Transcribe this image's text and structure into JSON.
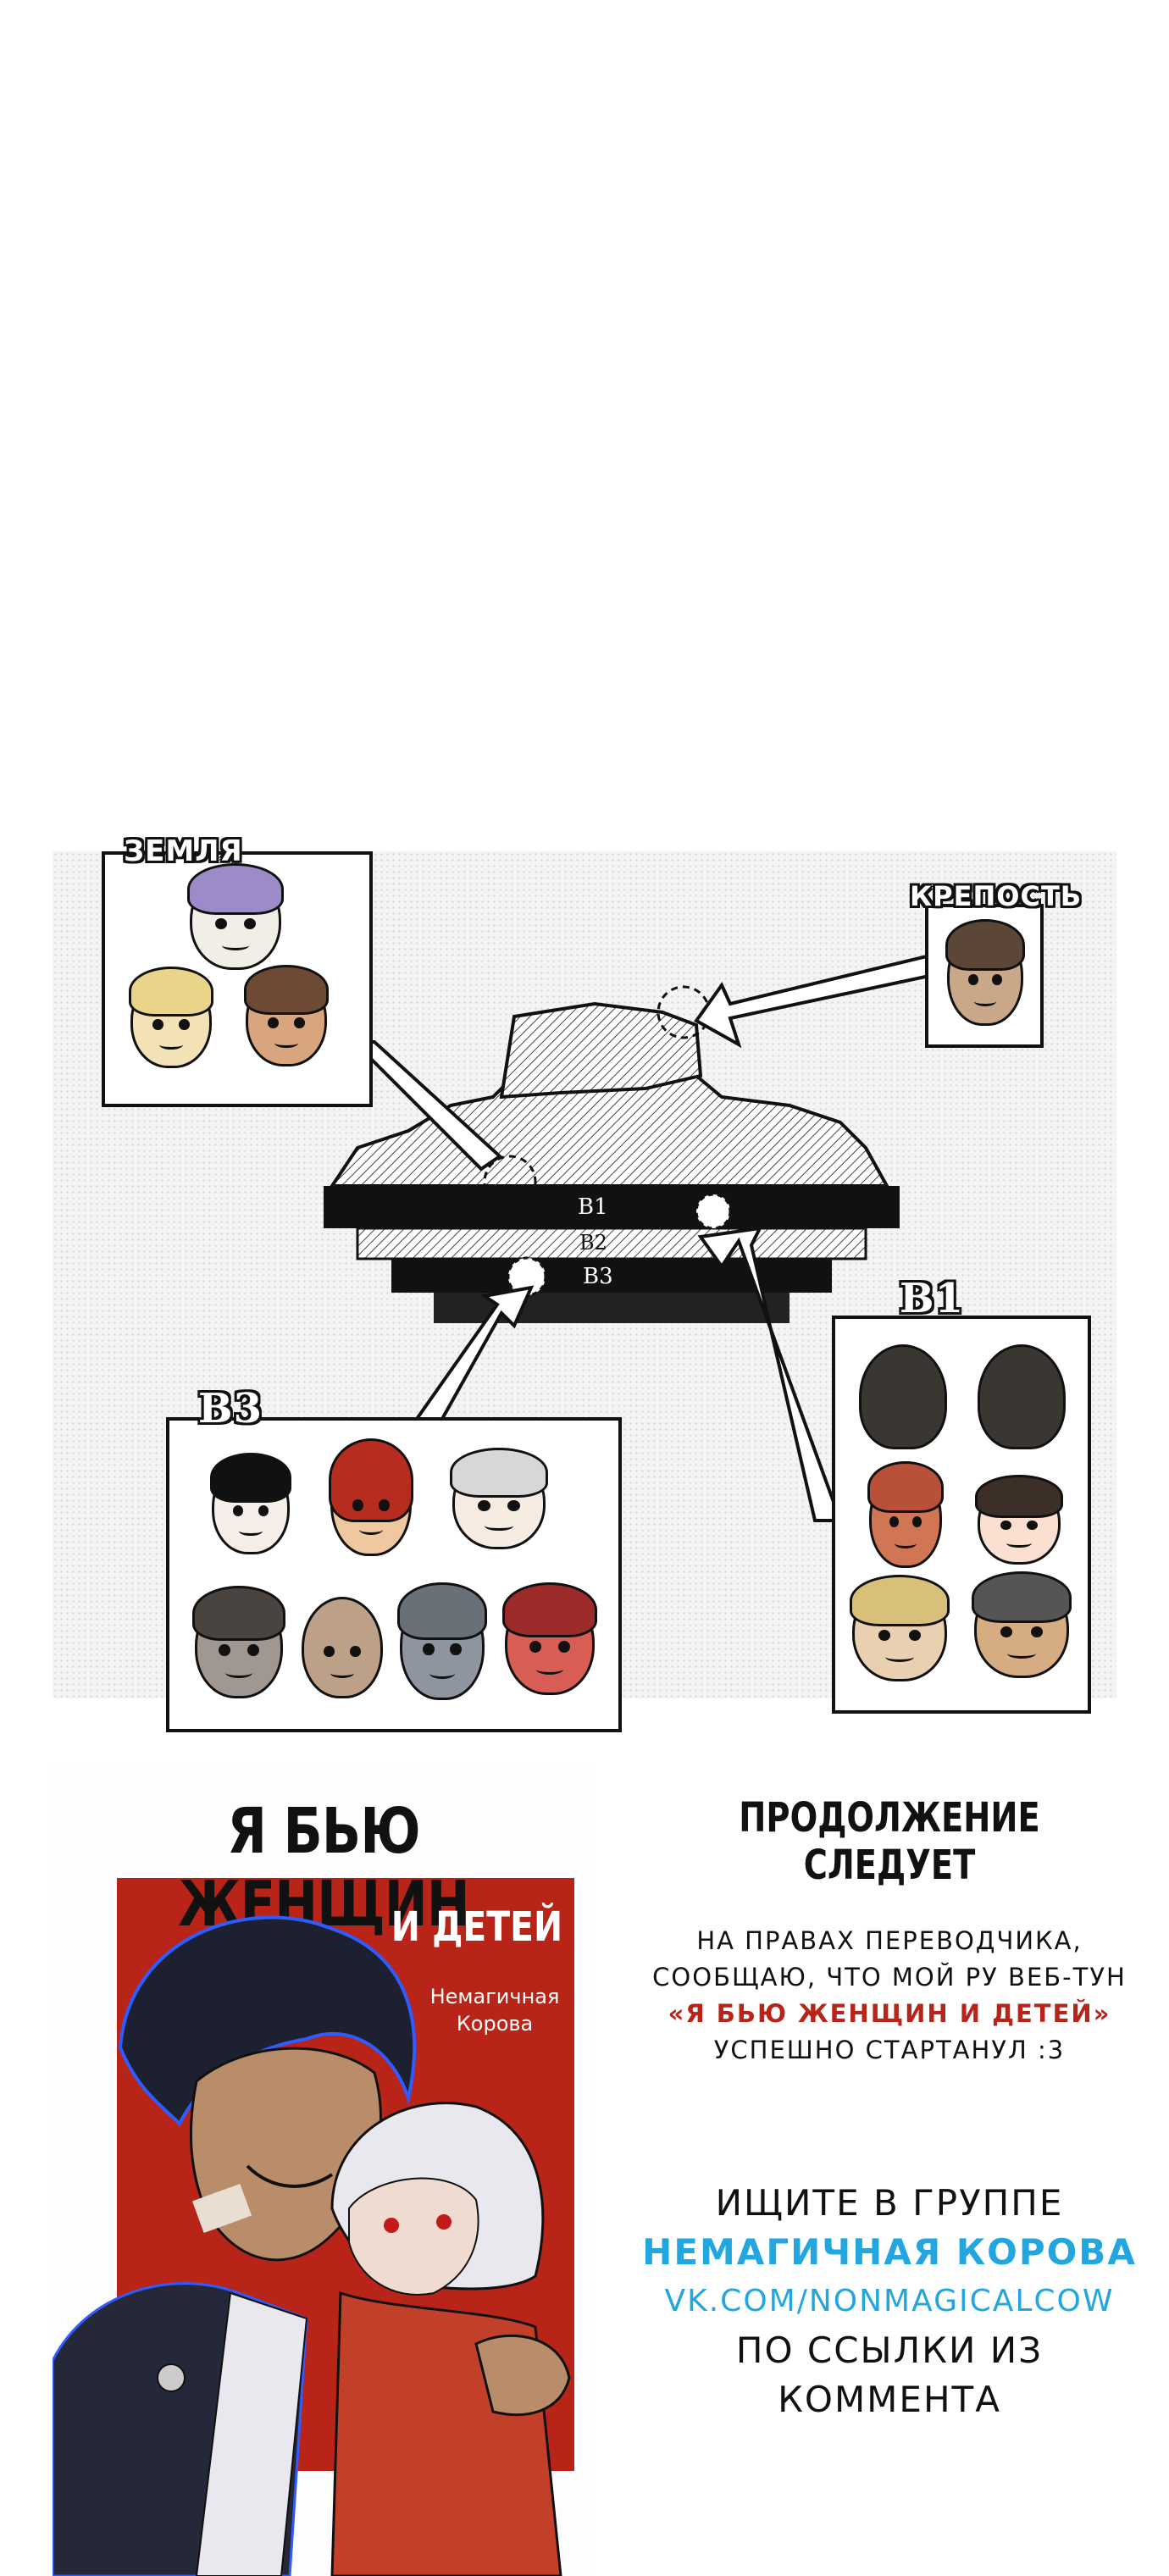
{
  "diagram": {
    "labels": {
      "earth": "ЗЕМЛЯ",
      "fortress": "КРЕПОСТЬ",
      "b1_box": "B1",
      "b3_box": "B3"
    },
    "floors": [
      "B1",
      "B2",
      "B3"
    ]
  },
  "cover": {
    "title": "Я БЬЮ ЖЕНЩИН",
    "subtitle": "И ДЕТЕЙ",
    "author_line1": "Немагичная",
    "author_line2": "Корова"
  },
  "continuation": "ПРОДОЛЖЕНИЕ СЛЕДУЕТ",
  "note": {
    "line1": "НА ПРАВАХ ПЕРЕВОДЧИКА,",
    "line2": "СООБЩАЮ, ЧТО МОЙ РУ ВЕБ-ТУН",
    "line3_title": "«Я БЬЮ ЖЕНЩИН И ДЕТЕЙ»",
    "line4": "УСПЕШНО СТАРТАНУЛ :3"
  },
  "search": {
    "line1": "ИЩИТЕ В ГРУППЕ",
    "group": "НЕМАГИЧНАЯ КОРОВА",
    "link": "VK.COM/NONMAGICALCOW",
    "line4": "ПО ССЫЛКИ ИЗ",
    "line5": "КОММЕНТА"
  },
  "colors": {
    "accent_red": "#b82417",
    "accent_blue": "#22a6e0",
    "ink": "#111111"
  }
}
